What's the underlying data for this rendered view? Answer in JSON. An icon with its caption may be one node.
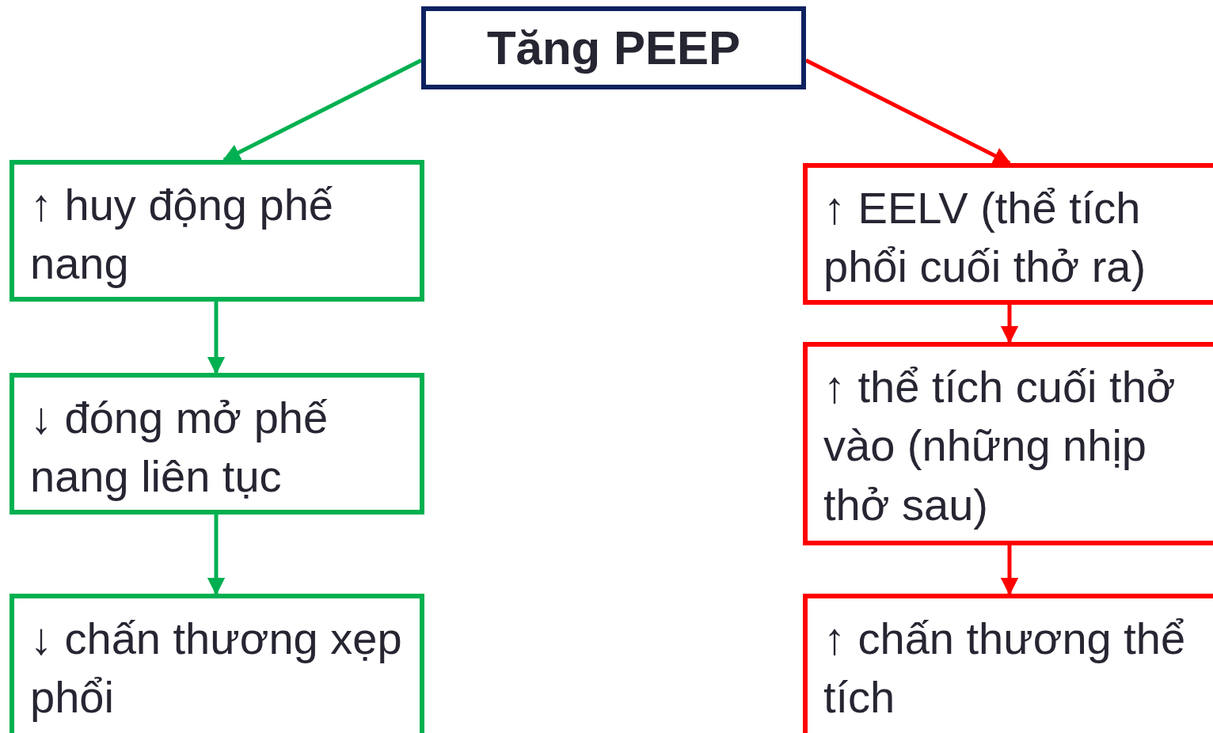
{
  "diagram": {
    "nodes": [
      {
        "text": [
          "Tăng PEEP"
        ]
      },
      {
        "text": [
          "↑ huy động phế nang"
        ]
      },
      {
        "text": [
          "↓ đóng mở phế nang liên tục"
        ]
      },
      {
        "text": [
          "↓ chấn thương xẹp phổi"
        ]
      },
      {
        "text": [
          "↑ EELV (thể tích phổi cuối thở ra)"
        ]
      },
      {
        "text": [
          "↑ thể tích cuối thở vào (những nhịp thở sau)"
        ]
      },
      {
        "text": [
          "↑ chấn thương thể tích"
        ]
      }
    ],
    "edges": [
      {
        "from": 0,
        "to": 1,
        "arrow": "to",
        "color": "#00b050"
      },
      {
        "from": 1,
        "to": 2,
        "arrow": "to",
        "color": "#00b050"
      },
      {
        "from": 2,
        "to": 3,
        "arrow": "to",
        "color": "#00b050"
      },
      {
        "from": 0,
        "to": 4,
        "arrow": "to",
        "color": "#ff0000"
      },
      {
        "from": 4,
        "to": 5,
        "arrow": "to",
        "color": "#ff0000"
      },
      {
        "from": 5,
        "to": 6,
        "arrow": "to",
        "color": "#ff0000"
      }
    ]
  }
}
